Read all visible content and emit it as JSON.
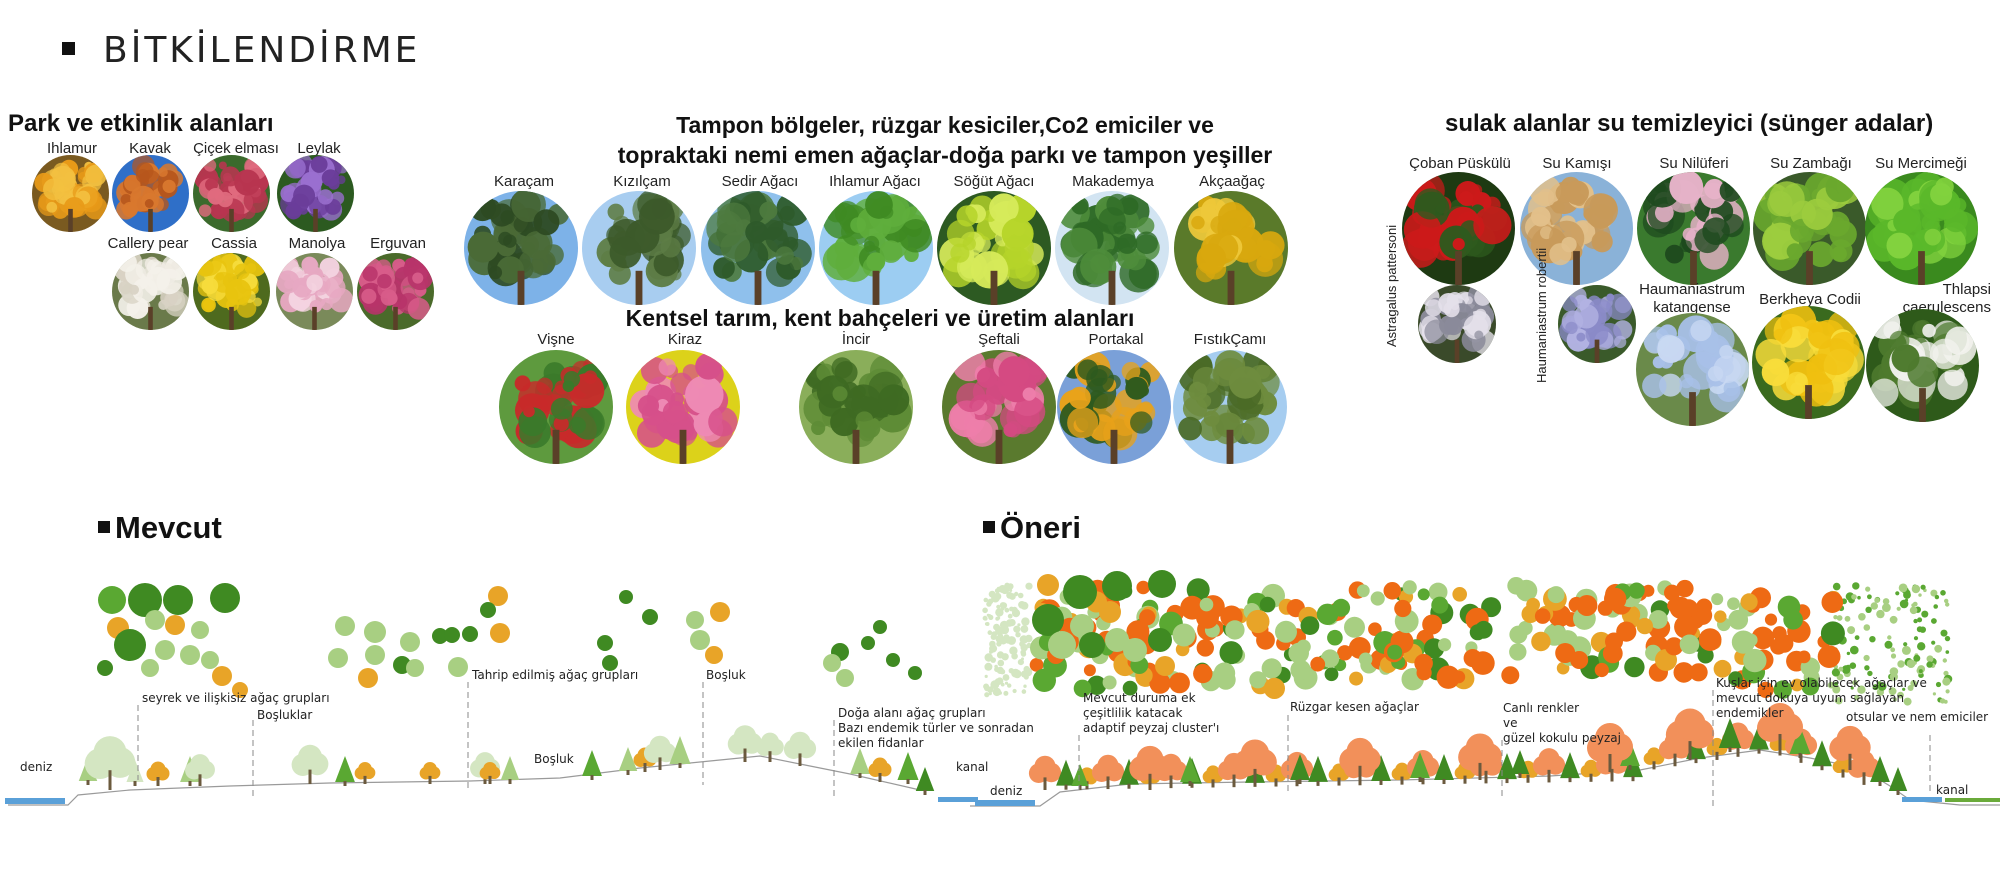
{
  "title": "BİTKİLENDİRME",
  "park": {
    "heading": "Park ve etkinlik alanları",
    "plants": [
      {
        "name": "Ihlamur",
        "colors": [
          "#e89a18",
          "#f3c040",
          "#7a5a20"
        ]
      },
      {
        "name": "Kavak",
        "colors": [
          "#b6561c",
          "#d9782e",
          "#2f6fc8"
        ]
      },
      {
        "name": "Çiçek elması",
        "colors": [
          "#b83550",
          "#e06a7e",
          "#3b6a2c"
        ]
      },
      {
        "name": "Leylak",
        "colors": [
          "#6a3d9a",
          "#9a6fcf",
          "#2c5a20"
        ]
      },
      {
        "name": "Callery pear",
        "colors": [
          "#f4f1ea",
          "#d8d2c4",
          "#6a7a4a"
        ]
      },
      {
        "name": "Cassia",
        "colors": [
          "#e8c40f",
          "#f6dc3c",
          "#4e6a1e"
        ]
      },
      {
        "name": "Manolya",
        "colors": [
          "#e7a8c2",
          "#f4d3e0",
          "#7a8a5a"
        ]
      },
      {
        "name": "Erguvan",
        "colors": [
          "#b8346a",
          "#d85c8a",
          "#4a6a2a"
        ]
      }
    ]
  },
  "buffer": {
    "heading_line1": "Tampon bölgeler, rüzgar kesiciler,Co2 emiciler ve",
    "heading_line2": "topraktaki nemi emen ağaçlar-doğa parkı ve tampon yeşiller",
    "plants": [
      {
        "name": "Karaçam",
        "colors": [
          "#2d4a22",
          "#4a6a36",
          "#7db2e8"
        ]
      },
      {
        "name": "Kızılçam",
        "colors": [
          "#3c5a2a",
          "#5e7d46",
          "#a8cdf0"
        ]
      },
      {
        "name": "Sedir Ağacı",
        "colors": [
          "#2e5a2a",
          "#4d7a3e",
          "#8fc0ec"
        ]
      },
      {
        "name": "Ihlamur Ağacı",
        "colors": [
          "#3e8a22",
          "#5fae3c",
          "#9ccdf2"
        ]
      },
      {
        "name": "Söğüt Ağacı",
        "colors": [
          "#b6d42a",
          "#d6ea5a",
          "#2d5a22"
        ]
      },
      {
        "name": "Makademya",
        "colors": [
          "#2e6a26",
          "#4e8c3a",
          "#d2e4f2"
        ]
      },
      {
        "name": "Akçaağaç",
        "colors": [
          "#d8a80e",
          "#eec83a",
          "#5a7a2a"
        ]
      }
    ]
  },
  "urban": {
    "heading": "Kentsel tarım, kent bahçeleri ve üretim alanları",
    "plants": [
      {
        "name": "Vişne",
        "colors": [
          "#3a7a2a",
          "#c82a2a",
          "#5e9a3e"
        ]
      },
      {
        "name": "Kiraz",
        "colors": [
          "#d6508a",
          "#ee8ab4",
          "#dcd21a"
        ]
      },
      {
        "name": "İncir",
        "colors": [
          "#3e6a22",
          "#5e8c36",
          "#8aae5a"
        ]
      },
      {
        "name": "Şeftali",
        "colors": [
          "#d44a82",
          "#ee7eaa",
          "#5a7a2e"
        ]
      },
      {
        "name": "Portakal",
        "colors": [
          "#2e5a1e",
          "#e8a21a",
          "#7aa0d8"
        ]
      },
      {
        "name": "FıstıkÇamı",
        "colors": [
          "#4a6a26",
          "#6e8c3e",
          "#a6cdf0"
        ]
      }
    ]
  },
  "wetland": {
    "heading": "sulak alanlar su temizleyici (sünger adalar)",
    "plants": [
      {
        "name": "Çoban Püskülü",
        "colors": [
          "#cc1a1a",
          "#2e5a1e",
          "#1e3a12"
        ]
      },
      {
        "name": "Su Kamışı",
        "colors": [
          "#c89a5a",
          "#e2c08a",
          "#8ab2d8"
        ]
      },
      {
        "name": "Su Nilüferi",
        "colors": [
          "#1e4a1e",
          "#e6b2c8",
          "#3a7a2e"
        ]
      },
      {
        "name": "Su Zambağı",
        "colors": [
          "#6aa82e",
          "#9ccc3e",
          "#3a5a2a"
        ]
      },
      {
        "name": "Su Mercimeği",
        "colors": [
          "#5ab82a",
          "#82d23e",
          "#3a8a1e"
        ]
      },
      {
        "name": "Astragalus pattersoni",
        "colors": [
          "#e4e0ea",
          "#8a8a9a",
          "#3a4a2a"
        ]
      },
      {
        "name": "Haumaniastrum robertii",
        "colors": [
          "#8a8ac8",
          "#b2b2e2",
          "#3a5a2a"
        ]
      },
      {
        "name": "Haumaniastrum katangense",
        "colors": [
          "#a8c0e8",
          "#c8d8f2",
          "#6a8a4a"
        ]
      },
      {
        "name": "Berkheya Codii",
        "colors": [
          "#f0c010",
          "#f8dc3a",
          "#3a6a1e"
        ]
      },
      {
        "name": "Thlapsi caerulescens",
        "colors": [
          "#f2f2ee",
          "#4e7a2e",
          "#2e5a1a"
        ]
      }
    ]
  },
  "mevcut": {
    "heading": "Mevcut",
    "labels": {
      "deniz": "deniz",
      "seyrek": "seyrek ve ilişkisiz ağaç grupları",
      "bosluklar": "Boşluklar",
      "tahrip": "Tahrip edilmiş ağaç grupları",
      "bosluk_top": "Boşluk",
      "bosluk_bottom": "Boşluk",
      "doga1": "Doğa alanı ağaç grupları",
      "doga2": "Bazı endemik türler ve sonradan",
      "doga3": "ekilen fidanlar",
      "kanal": "kanal"
    }
  },
  "oneri": {
    "heading": "Öneri",
    "labels": {
      "deniz": "deniz",
      "mevcut1": "Mevcut duruma ek",
      "mevcut2": "çeşitlilik katacak",
      "mevcut3": "adaptif peyzaj cluster'ı",
      "ruzgar": "Rüzgar kesen ağaçlar",
      "canli1": "Canlı renkler",
      "canli2": "ve",
      "canli3": "güzel kokulu peyzaj",
      "kuslar1": "Kuşlar için ev olabilecek ağaçlar ve",
      "kuslar2": "mevcut dokuya uyum sağlayan",
      "kuslar3": "endemikler",
      "otsular": "otsular ve nem emiciler",
      "kanal": "kanal"
    }
  },
  "palette": {
    "dark_green": "#3f8a22",
    "mid_green": "#5aa832",
    "light_green": "#a8cf82",
    "pale_green": "#d4e6c2",
    "orange": "#ee6a14",
    "yellow_orange": "#e8a428",
    "salmon": "#f2905a",
    "water": "#5aa0d8"
  }
}
